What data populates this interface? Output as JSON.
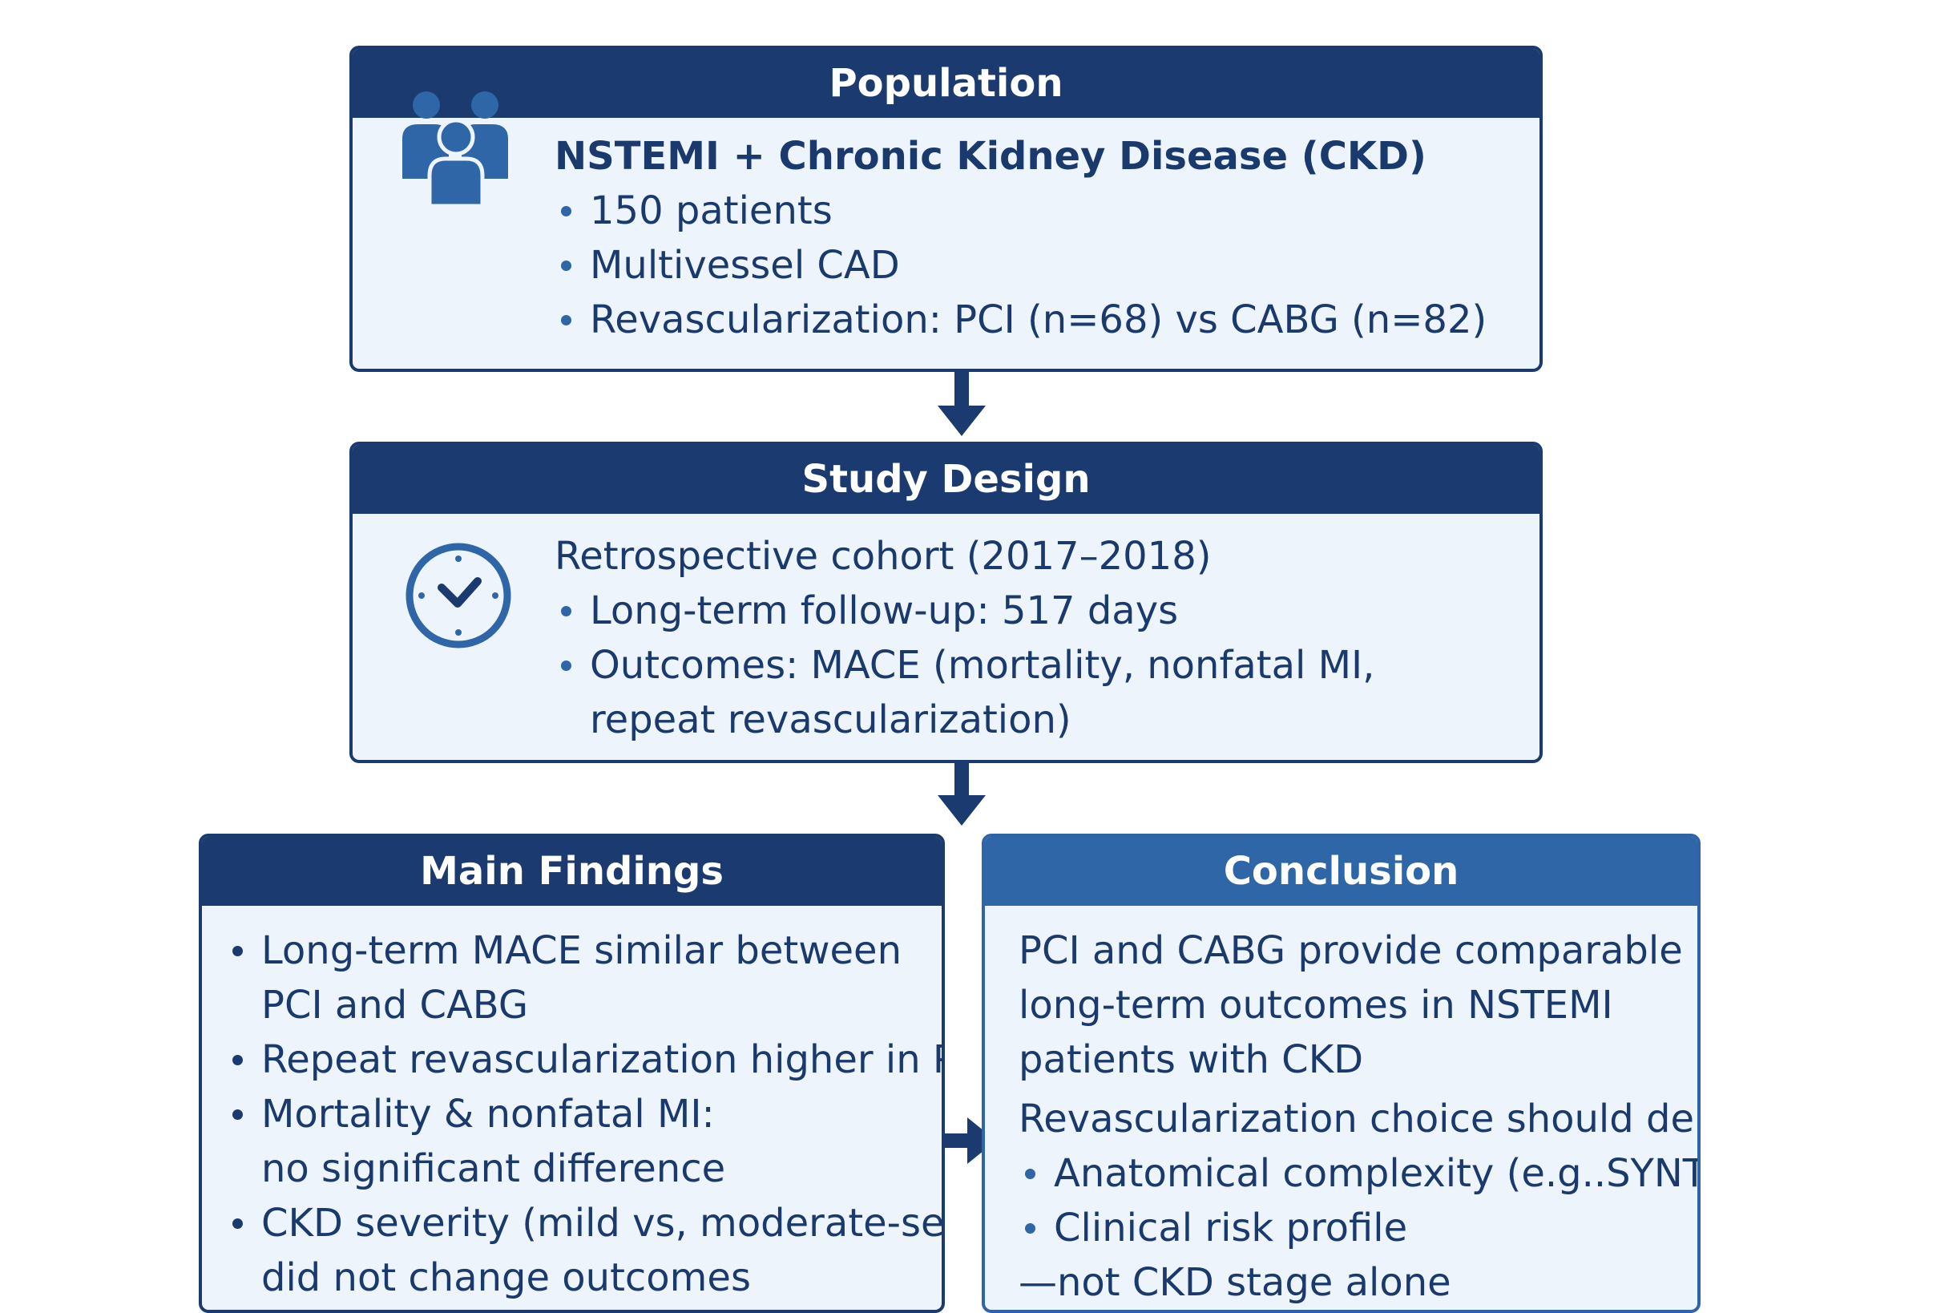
{
  "population": {
    "header": "Population",
    "title": "NSTEMI + Chronic Kidney Disease (CKD)",
    "bullets": [
      "150 patients",
      "Multivessel CAD",
      "Revascularization: PCI (n=68) vs CABG (n=82)"
    ],
    "icon": "people-group-icon"
  },
  "study_design": {
    "header": "Study Design",
    "title": "Retrospective cohort (2017–2018)",
    "bullet1": "Long-term follow-up: 517 days",
    "bullet2_line1": "Outcomes: MACE (mortality, nonfatal MI,",
    "bullet2_line2": "repeat revascularization)",
    "icon": "clock-icon"
  },
  "main_findings": {
    "header": "Main Findings",
    "items": [
      [
        "Long-term MACE similar between",
        "PCI and CABG"
      ],
      [
        "Repeat revascularization higher in PCI"
      ],
      [
        "Mortality & nonfatal MI:",
        "no significant difference"
      ],
      [
        "CKD severity (mild vs, moderate-severe):",
        "did not change outcomes"
      ]
    ]
  },
  "conclusion": {
    "header": "Conclusion",
    "summary": [
      "PCI and CABG provide comparable",
      "long-term outcomes in NSTEMI",
      "patients with CKD"
    ],
    "choice_intro": "Revascularization choice should deped on:",
    "bullets": [
      "Anatomical complexity (e.g..SYNTAX.score)",
      "Clinical risk profile"
    ],
    "closing": "—not CKD stage alone"
  },
  "colors": {
    "dark_navy": "#1b3a70",
    "medium_blue": "#2f66a8",
    "panel_bg": "#eef4fb",
    "text": "#1a3a6e"
  }
}
